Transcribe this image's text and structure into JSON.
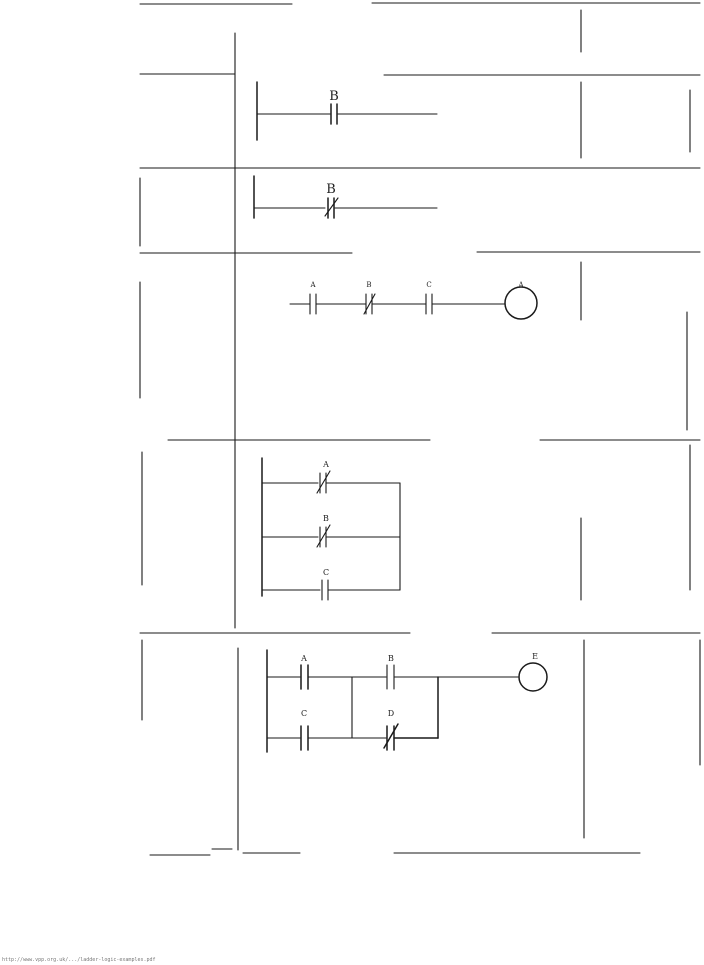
{
  "rows": [
    {
      "contacts": [
        {
          "label": "B",
          "type": "no"
        }
      ]
    },
    {
      "contacts": [
        {
          "label": "B",
          "type": "nc"
        }
      ]
    },
    {
      "contacts": [
        {
          "label": "A",
          "type": "no"
        },
        {
          "label": "B",
          "type": "nc"
        },
        {
          "label": "C",
          "type": "no"
        }
      ],
      "coil": "A"
    },
    {
      "contacts": [
        {
          "label": "A",
          "type": "nc"
        },
        {
          "label": "B",
          "type": "nc"
        },
        {
          "label": "C",
          "type": "no"
        }
      ]
    },
    {
      "contacts": [
        {
          "label": "A",
          "type": "no"
        },
        {
          "label": "B",
          "type": "no"
        },
        {
          "label": "C",
          "type": "no"
        },
        {
          "label": "D",
          "type": "nc"
        }
      ],
      "coil": "E"
    }
  ],
  "footer": "http://www.vpp.org.uk/.../ladder-logic-examples.pdf"
}
